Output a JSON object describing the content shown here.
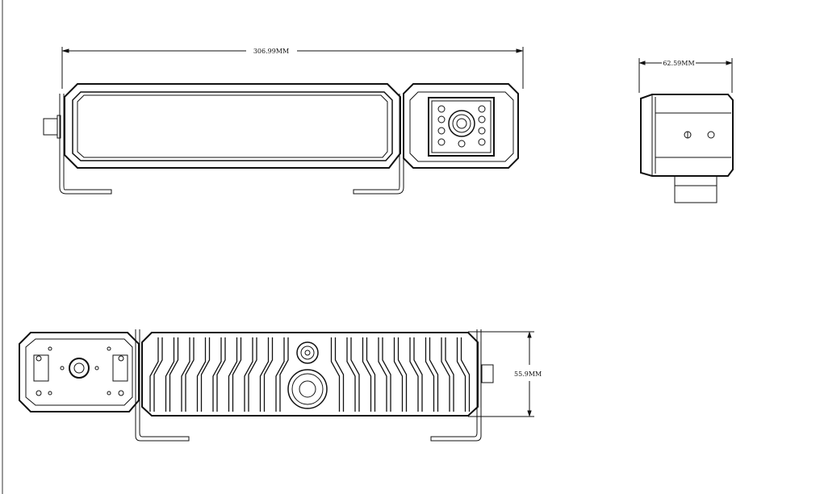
{
  "drawing": {
    "dimensions": {
      "overall_length": "306.99MM",
      "side_width": "62.59MM",
      "height": "55.9MM"
    },
    "line_color": "#111111",
    "border_color": "#9a9a9a"
  }
}
